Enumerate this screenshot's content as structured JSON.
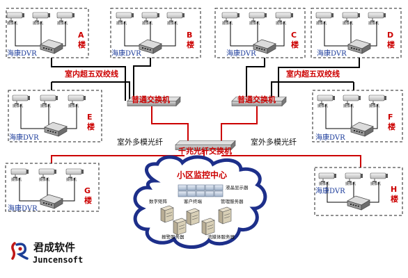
{
  "buildings": [
    {
      "id": "A",
      "label": "A\n楼",
      "dvr": "海康DVR",
      "cams": [
        "摄像机",
        "摄像机",
        "摄像机"
      ]
    },
    {
      "id": "B",
      "label": "B\n楼",
      "dvr": "海康DVR",
      "cams": [
        "摄像机",
        "摄像机",
        "摄像机"
      ]
    },
    {
      "id": "C",
      "label": "C\n楼",
      "dvr": "海康DVR",
      "cams": [
        "摄像机",
        "摄像机",
        "摄像机"
      ]
    },
    {
      "id": "D",
      "label": "D\n楼",
      "dvr": "海康DVR",
      "cams": [
        "摄像机",
        "摄像机",
        "摄像机"
      ]
    },
    {
      "id": "E",
      "label": "E\n楼",
      "dvr": "海康DVR",
      "cams": [
        "摄像机",
        "摄像机",
        "摄像机"
      ]
    },
    {
      "id": "F",
      "label": "F\n楼",
      "dvr": "海康DVR",
      "cams": [
        "摄像机",
        "摄像机",
        "摄像机"
      ]
    },
    {
      "id": "G",
      "label": "G\n楼",
      "dvr": "海康DVR",
      "cams": [
        "摄像机",
        "摄像机",
        "摄像机"
      ]
    },
    {
      "id": "H",
      "label": "H\n楼",
      "dvr": "海康DVR",
      "cams": [
        "摄像机",
        "摄像机",
        "摄像机"
      ]
    }
  ],
  "links": {
    "indoor_left": "室内超五双绞线",
    "indoor_right": "室内超五双绞线",
    "outdoor_left": "室外多模光纤",
    "outdoor_right": "室外多模光纤"
  },
  "switches": {
    "left": "普通交换机",
    "right": "普通交换机",
    "core": "千兆光纤交换机"
  },
  "center": {
    "title": "小区监控中心",
    "monitor": "液晶显示器",
    "matrix": "数字矩阵",
    "client": "客户终端",
    "mgmt": "管理服务器",
    "alarm": "报警服务器",
    "stream": "流媒体服务器"
  },
  "logo": {
    "name": "君成软件",
    "sub": "Juncensoft"
  },
  "colors": {
    "fiber": "#cc0000",
    "cable": "#000000",
    "text_red": "#cc0000",
    "dvr_text": "#1a3a9a"
  }
}
